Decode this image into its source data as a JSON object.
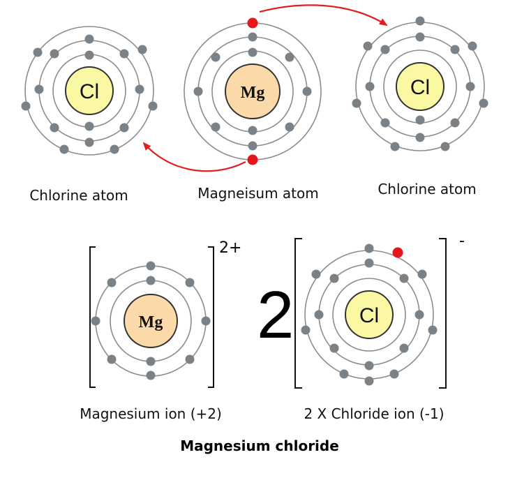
{
  "atoms": {
    "chlorine_left": {
      "symbol": "Cl",
      "label": "Chlorine atom"
    },
    "magnesium": {
      "symbol": "Mg",
      "label": "Magneisum atom"
    },
    "chlorine_right": {
      "symbol": "Cl",
      "label": "Chlorine atom"
    }
  },
  "ions": {
    "magnesium_ion": {
      "symbol": "Mg",
      "charge": "2+",
      "label": "Magnesium ion (+2)"
    },
    "chloride_ion": {
      "symbol": "Cl",
      "coefficient": "2",
      "charge": "-",
      "label": "2 X Chloride ion (-1)"
    }
  },
  "title": "Magnesium chloride",
  "colors": {
    "chlorine_nucleus": "#fbf8a3",
    "magnesium_nucleus": "#fbd9a8",
    "electron": "#7a8288",
    "transferred_electron": "#e8141c",
    "arrow": "#e01f1f"
  }
}
